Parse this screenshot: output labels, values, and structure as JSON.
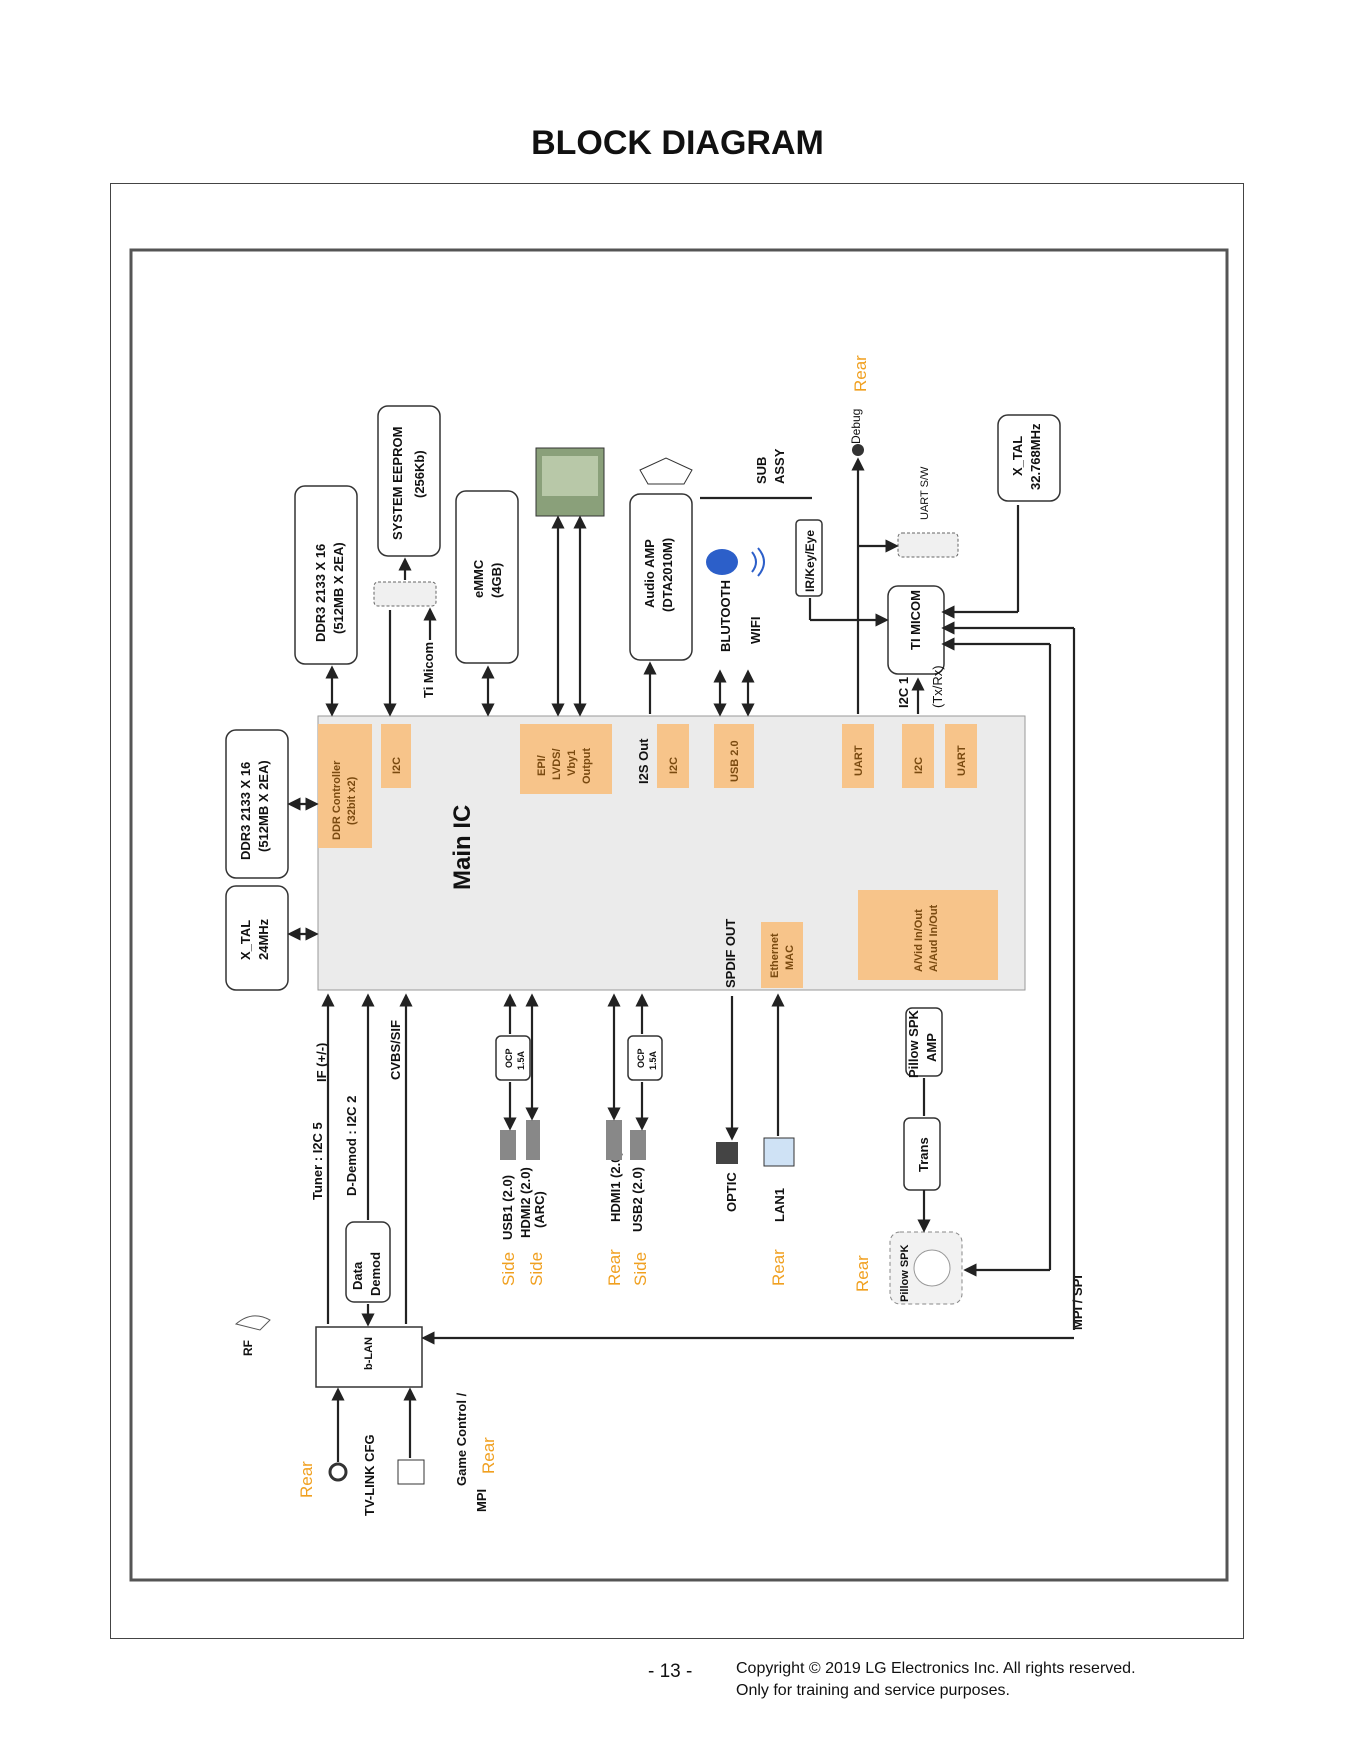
{
  "page_title": "BLOCK DIAGRAM",
  "colors": {
    "accent_orange": "#f7c48a",
    "rear_side_text": "#f0a020",
    "box_fill": "#ebebeb",
    "bt_blue": "#2c5fc9"
  },
  "labels": {
    "main_ic": "Main IC",
    "ddr_top_1": "DDR3 2133 X 16",
    "ddr_top_2": "(512MB X 2EA)",
    "sys_eeprom_1": "SYSTEM EEPROM",
    "sys_eeprom_2": "(256Kb)",
    "ti_micom_left": "Ti Micom",
    "emmc_1": "eMMC",
    "emmc_2": "(4GB)",
    "audio_amp_1": "Audio AMP",
    "audio_amp_2": "(DTA2010M)",
    "i2s_out": "I2S Out",
    "bluetooth": "BLUTOOTH",
    "wifi": "WIFI",
    "sub_assy_1": "SUB",
    "sub_assy_2": "ASSY",
    "ir_key_eye": "IR/Key/Eye",
    "debug": "Debug",
    "debug_rear": "Rear",
    "uart_sw": "UART S/W",
    "ti_micom_right": "TI MICOM",
    "i2c1": "I2C 1",
    "txrx": "(Tx/Rx)",
    "xtal_right_1": "X_TAL",
    "xtal_right_2": "32.768MHz",
    "ddr_left_1": "DDR3 2133 X 16",
    "ddr_left_2": "(512MB X 2EA)",
    "xtal_left_1": "X_TAL",
    "xtal_left_2": "24MHz",
    "ddr_controller_1": "DDR Controller",
    "ddr_controller_2": "(32bit x2)",
    "i2c_a": "I2C",
    "epi_block_1": "EPI/",
    "epi_block_2": "LVDS/",
    "epi_block_3": "Vby1",
    "epi_block_4": "Output",
    "i2c_b": "I2C",
    "usb20_block": "USB 2.0",
    "uart_a": "UART",
    "i2c_c": "I2C",
    "uart_b": "UART",
    "ethernet_1": "Ethernet",
    "ethernet_2": "MAC",
    "avid_1": "A/Vid In/Out",
    "avid_2": "A/Aud In/Out",
    "spdif_out": "SPDIF OUT",
    "tuner_i2c": "Tuner : I2C 5",
    "if": "IF (+/-)",
    "ddemod": "D-Demod : I2C 2",
    "cvbs": "CVBS/SIF",
    "data_demod_1": "Data",
    "data_demod_2": "Demod",
    "blan": "b-LAN",
    "rf": "RF",
    "tvlink": "TV-LINK CFG",
    "tvlink_rear": "Rear",
    "game_1": "Game Control /",
    "game_2": "MPI",
    "game_rear": "Rear",
    "ocp": "OCP",
    "ocp_val": "1.5A",
    "usb1": "USB1 (2.0)",
    "usb1_side": "Side",
    "hdmi2_1": "HDMI2 (2.0)",
    "hdmi2_2": "(ARC)",
    "hdmi2_side": "Side",
    "hdmi1": "HDMI1 (2.0)",
    "hdmi1_rear": "Rear",
    "usb2": "USB2 (2.0)",
    "usb2_side": "Side",
    "optic": "OPTIC",
    "lan1": "LAN1",
    "lan_rear": "Rear",
    "pillow_amp_1": "Pillow SPK",
    "pillow_amp_2": "AMP",
    "trans": "Trans",
    "pillow_spk": "Pillow SPK",
    "pillow_rear": "Rear",
    "mpi_spi": "MPI / SPI"
  },
  "footer": {
    "page_number": "- 13 -",
    "copyright_1": "Copyright © 2019 LG Electronics Inc. All rights reserved.",
    "copyright_2": "Only for training and service purposes."
  }
}
